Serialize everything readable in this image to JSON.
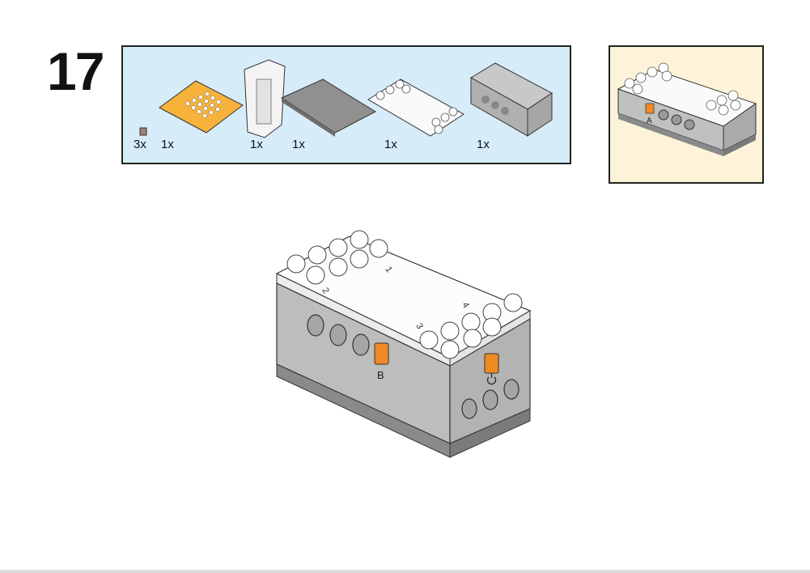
{
  "step_number": "17",
  "parts_list": [
    {
      "name": "small-connector",
      "qty": "3x"
    },
    {
      "name": "yellow-led-matrix-plate",
      "qty": "1x"
    },
    {
      "name": "white-frame",
      "qty": "1x"
    },
    {
      "name": "gray-base-plate",
      "qty": "1x"
    },
    {
      "name": "white-top-cover",
      "qty": "1x"
    },
    {
      "name": "gray-housing",
      "qty": "1x"
    }
  ],
  "inset": {
    "port_label": "A"
  },
  "main_model": {
    "port_label": "B",
    "port_numbers": [
      "1",
      "2",
      "3",
      "4"
    ]
  },
  "colors": {
    "panel_bg": "#d6ecf9",
    "inset_bg": "#fdf3d8",
    "orange": "#f08a24",
    "housing_gray": "#bdbdbd"
  }
}
